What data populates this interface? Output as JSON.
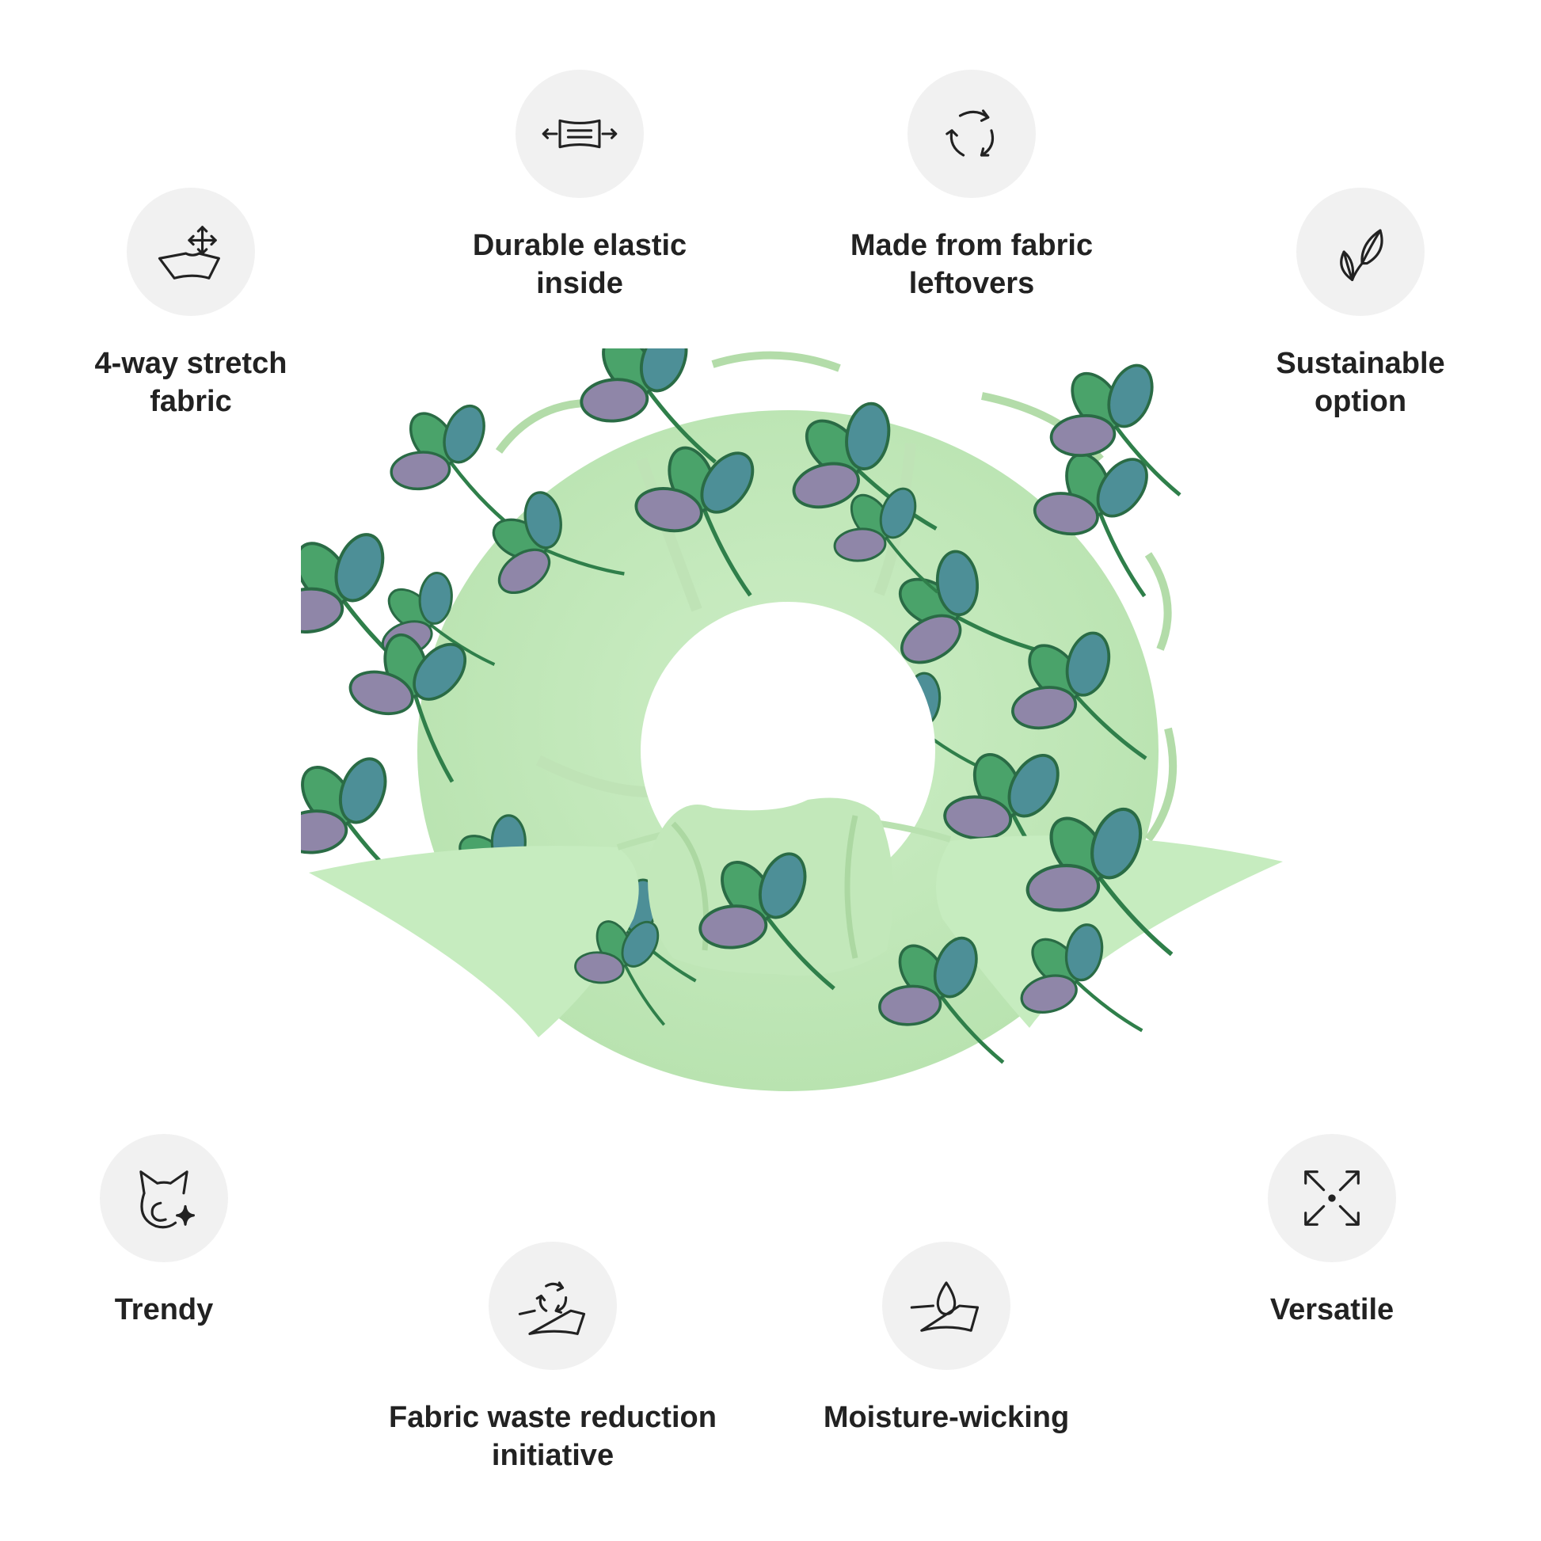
{
  "features": [
    {
      "id": "four-way-stretch",
      "icon": "stretch-arrows-icon",
      "lines": [
        "4-way stretch",
        "fabric"
      ]
    },
    {
      "id": "durable-elastic",
      "icon": "elastic-band-icon",
      "lines": [
        "Durable elastic",
        "inside"
      ]
    },
    {
      "id": "fabric-leftovers",
      "icon": "recycle-arrows-icon",
      "lines": [
        "Made from fabric",
        "leftovers"
      ]
    },
    {
      "id": "sustainable",
      "icon": "leaves-icon",
      "lines": [
        "Sustainable",
        "option"
      ]
    },
    {
      "id": "trendy",
      "icon": "cat-sparkle-icon",
      "lines": [
        "Trendy"
      ]
    },
    {
      "id": "fabric-waste",
      "icon": "recycled-fabric-icon",
      "lines": [
        "Fabric waste reduction",
        "initiative"
      ]
    },
    {
      "id": "moisture-wicking",
      "icon": "water-drop-fabric-icon",
      "lines": [
        "Moisture-wicking"
      ]
    },
    {
      "id": "versatile",
      "icon": "expand-arrows-icon",
      "lines": [
        "Versatile"
      ]
    }
  ],
  "colors": {
    "background": "#ffffff",
    "icon_circle": "#f1f1f1",
    "text": "#222222",
    "scrunchie_fabric": "#c6ecbf",
    "clover_green": "#3f9a5c",
    "clover_teal": "#3d8e8a",
    "clover_purple": "#8c7fa3"
  }
}
